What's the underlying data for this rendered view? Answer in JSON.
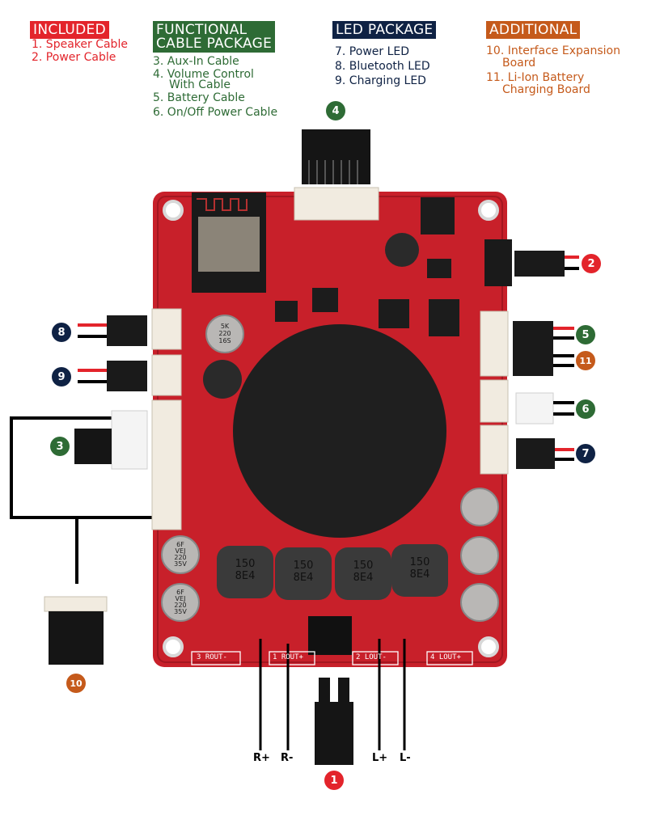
{
  "colors": {
    "included": "#e3242b",
    "functional": "#2e6b35",
    "led": "#0f2244",
    "additional": "#c55a1b",
    "board": "#c8202a"
  },
  "included": {
    "title": "INCLUDED",
    "items": [
      "1. Speaker Cable",
      "2. Power Cable"
    ]
  },
  "functional": {
    "title_line1": "FUNCTIONAL",
    "title_line2": "CABLE PACKAGE",
    "items": [
      "3. Aux-In Cable",
      "4. Volume Control",
      "With Cable",
      "5. Battery Cable",
      "6. On/Off Power Cable"
    ]
  },
  "led_package": {
    "title": "LED PACKAGE",
    "items": [
      "7. Power LED",
      "8. Bluetooth LED",
      "9. Charging LED"
    ]
  },
  "additional": {
    "title": "ADDITIONAL",
    "items": [
      "10. Interface Expansion",
      "Board",
      "11. Li-Ion Battery",
      "Charging Board"
    ]
  },
  "badges": [
    "1",
    "2",
    "3",
    "4",
    "5",
    "6",
    "7",
    "8",
    "9",
    "10",
    "11"
  ],
  "wire_labels": [
    "R+",
    "R-",
    "L+",
    "L-"
  ],
  "board_labels": {
    "rout_minus": "3  ROUT-",
    "rout_plus": "1  ROUT+",
    "lout_minus": "2  LOUT-",
    "lout_plus": "4  LOUT+",
    "cap_small": [
      "5K",
      "220",
      "16S"
    ],
    "cap_large": [
      "6F",
      "VEJ",
      "220",
      "35V"
    ],
    "inductor": [
      "150",
      "8E4"
    ]
  }
}
